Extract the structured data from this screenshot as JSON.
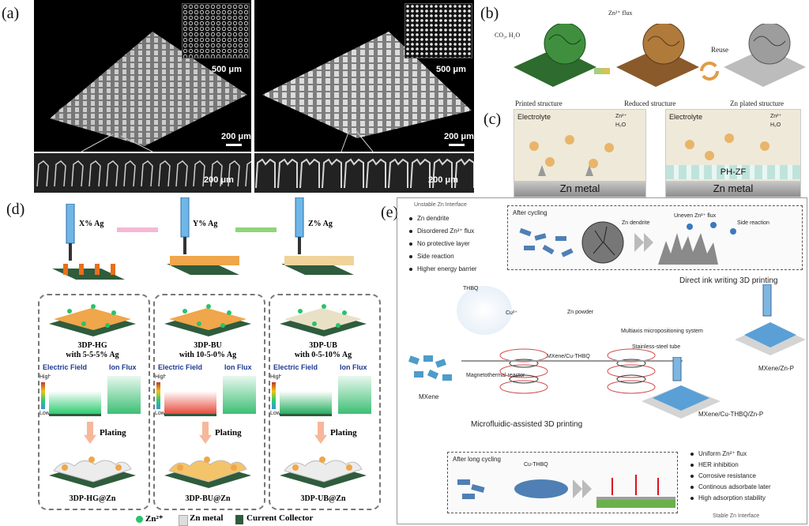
{
  "panels": {
    "a": "(a)",
    "b": "(b)",
    "c": "(c)",
    "d": "(d)",
    "e": "(e)"
  },
  "panel_a": {
    "inset_scale": "500 μm",
    "main_scale": "200 μm",
    "cross_scale": "200 μm"
  },
  "panel_b": {
    "co2_h2o": "CO₂, H₂O",
    "zn_flux": "Zn²⁺ flux",
    "reuse": "Reuse",
    "printed": "Printed structure",
    "reduced": "Reduced structure",
    "zn_plated": "Zn plated structure"
  },
  "panel_c": {
    "electrolyte": "Electrolyte",
    "zn2": "Zn²⁺",
    "h2o": "H₂O",
    "phzf": "PH-ZF",
    "zn_metal": "Zn metal"
  },
  "panel_d": {
    "syringes": [
      "X% Ag",
      "Y% Ag",
      "Z% Ag"
    ],
    "cols": [
      {
        "name": "3DP-HG",
        "sub": "with 5-5-5% Ag",
        "result": "3DP-HG@Zn"
      },
      {
        "name": "3DP-BU",
        "sub": "with 10-5-0% Ag",
        "result": "3DP-BU@Zn"
      },
      {
        "name": "3DP-UB",
        "sub": "with 0-5-10% Ag",
        "result": "3DP-UB@Zn"
      }
    ],
    "field": "Electric Field",
    "flux": "Ion Flux",
    "high": "High",
    "low": "Low",
    "plating": "Plating",
    "legend": [
      "Zn²⁺",
      "Zn metal",
      "Current Collector"
    ]
  },
  "panel_e": {
    "unstable": "Unstable Zn Interface",
    "bad_list": [
      "Zn dendrite",
      "Disordered Zn²⁺ flux",
      "No protective layer",
      "Side reaction",
      "Higher energy barrier"
    ],
    "after_cycling": "After cycling",
    "zn_dendrite": "Zn dendrite",
    "uneven": "Uneven Zn²⁺ flux",
    "side_reaction": "Side reaction",
    "direct_ink": "Direct ink writing 3D printing",
    "thbq": "THBQ",
    "cu": "Cu²⁺",
    "zn_powder": "Zn powder",
    "multiaxis": "Multiaxis micropositioning system",
    "steel": "Stainless-steel tube",
    "mxene_cu": "MXene/Cu-THBQ",
    "mag": "Magnetothermal reactor",
    "mxene": "MXene",
    "microfluidic": "Microfluidic-assisted 3D printing",
    "mxene_znp": "MXene/Zn-P",
    "mxene_cu_znp": "MXene/Cu-THBQ/Zn-P",
    "after_long": "After long cycling",
    "cu_thbq": "Cu-THBQ",
    "good_list": [
      "Uniform Zn²⁺ flux",
      "HER inhibition",
      "Corrosive resistance",
      "Continous adsorbate later",
      "High adsorption stability"
    ],
    "stable": "Stable Zn Interface"
  }
}
